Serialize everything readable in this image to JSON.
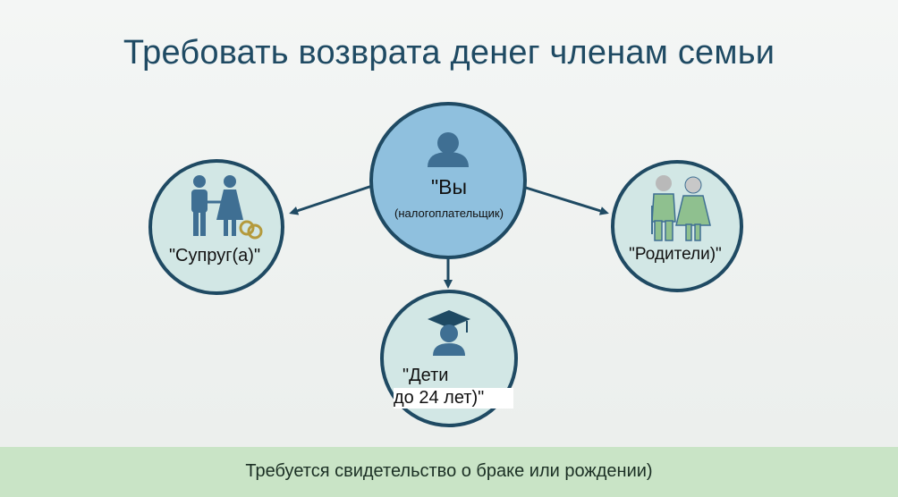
{
  "title": "Требовать возврата денег членам семьи",
  "nodes": {
    "you": {
      "label": "\"Вы",
      "sublabel": "(налогоплательщик)"
    },
    "spouse": {
      "label": "\"Супруг(а)\""
    },
    "parents": {
      "label": "\"Родители)\""
    },
    "children": {
      "label_line1": "\"Дети",
      "label_line2": "до 24 лет)\""
    }
  },
  "footer": {
    "text": "Требуется свидетельство о браке или рождении)"
  },
  "colors": {
    "title": "#1f4a63",
    "center_fill": "#8fc0de",
    "center_border": "#1f4a63",
    "outer_fill": "#d2e7e5",
    "outer_border": "#1f4a63",
    "arrow": "#1f4a63",
    "icon_person": "#3f6f93",
    "icon_elder": "#8fc08f",
    "footer_bg": "#c9e4c6"
  }
}
